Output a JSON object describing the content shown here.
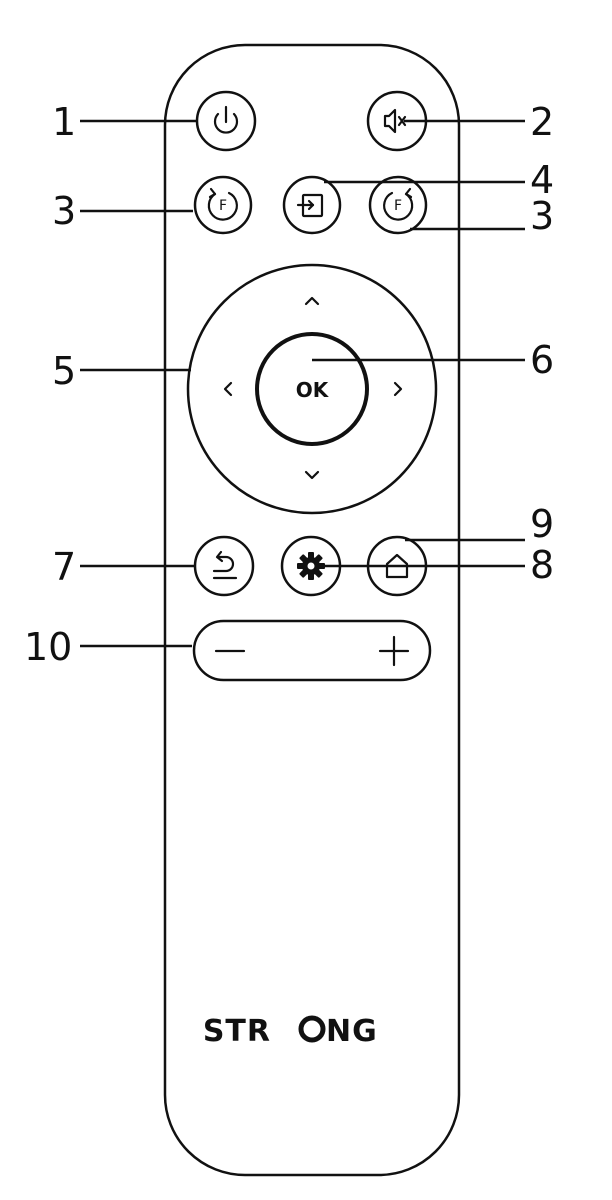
{
  "brand": {
    "text_start": "STR",
    "text_end": "NG"
  },
  "dpad": {
    "ok_label": "OK"
  },
  "buttons": {
    "favorite_letter": "F",
    "volume_minus": "−",
    "volume_plus": "+"
  },
  "callouts": [
    {
      "id": "1",
      "label": "1"
    },
    {
      "id": "2",
      "label": "2"
    },
    {
      "id": "3a",
      "label": "3"
    },
    {
      "id": "4",
      "label": "4"
    },
    {
      "id": "3b",
      "label": "3"
    },
    {
      "id": "5",
      "label": "5"
    },
    {
      "id": "6",
      "label": "6"
    },
    {
      "id": "9",
      "label": "9"
    },
    {
      "id": "7",
      "label": "7"
    },
    {
      "id": "8",
      "label": "8"
    },
    {
      "id": "10",
      "label": "10"
    }
  ],
  "icons": {
    "power": "power-icon",
    "mute": "mute-icon",
    "favorite_prev": "favorite-back-icon",
    "source": "input-source-icon",
    "favorite_next": "favorite-forward-icon",
    "up": "chevron-up-icon",
    "down": "chevron-down-icon",
    "left": "chevron-left-icon",
    "right": "chevron-right-icon",
    "back": "back-arrow-icon",
    "settings": "gear-icon",
    "home": "home-icon"
  },
  "colors": {
    "ink": "#111111",
    "background": "#ffffff"
  }
}
